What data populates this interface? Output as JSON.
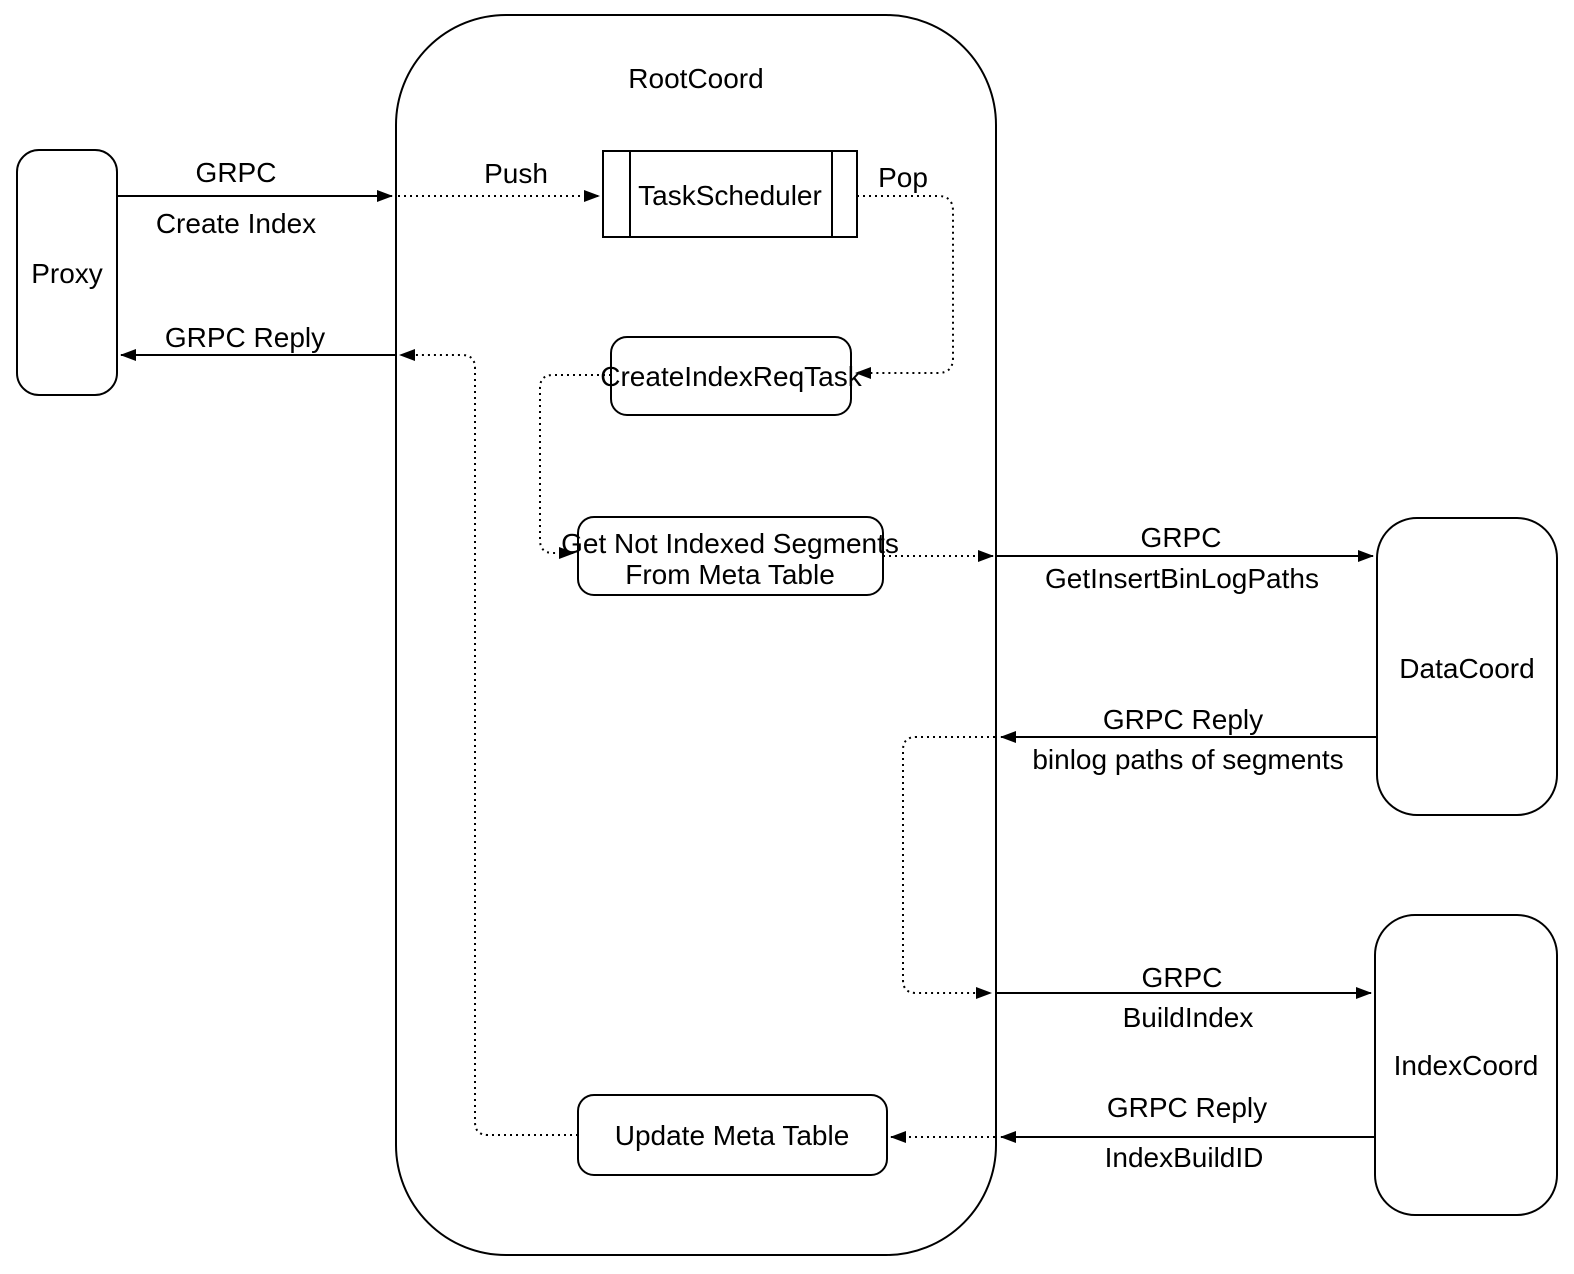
{
  "diagram": {
    "title_node": "RootCoord",
    "colors": {
      "stroke": "#000000",
      "fill": "#ffffff",
      "background": "#ffffff"
    },
    "nodes": {
      "proxy": {
        "label": "Proxy"
      },
      "rootcoord": {
        "label": "RootCoord"
      },
      "task_scheduler": {
        "label": "TaskScheduler"
      },
      "create_index_req_task": {
        "label": "CreateIndexReqTask"
      },
      "get_not_indexed_segments": {
        "line1": "Get Not Indexed Segments",
        "line2": "From Meta Table"
      },
      "update_meta_table": {
        "label": "Update Meta Table"
      },
      "datacoord": {
        "label": "DataCoord"
      },
      "indexcoord": {
        "label": "IndexCoord"
      }
    },
    "edge_labels": {
      "grpc_create_index": {
        "line1": "GRPC",
        "line2": "Create Index"
      },
      "grpc_reply_to_proxy": {
        "label": "GRPC Reply"
      },
      "push": {
        "label": "Push"
      },
      "pop": {
        "label": "Pop"
      },
      "grpc_get_insert_binlog_paths": {
        "line1": "GRPC",
        "line2": "GetInsertBinLogPaths"
      },
      "grpc_reply_binlog_paths": {
        "line1": "GRPC Reply",
        "line2": "binlog paths of segments"
      },
      "grpc_build_index": {
        "line1": "GRPC",
        "line2": "BuildIndex"
      },
      "grpc_reply_index_build_id": {
        "line1": "GRPC Reply",
        "line2": "IndexBuildID"
      }
    }
  }
}
